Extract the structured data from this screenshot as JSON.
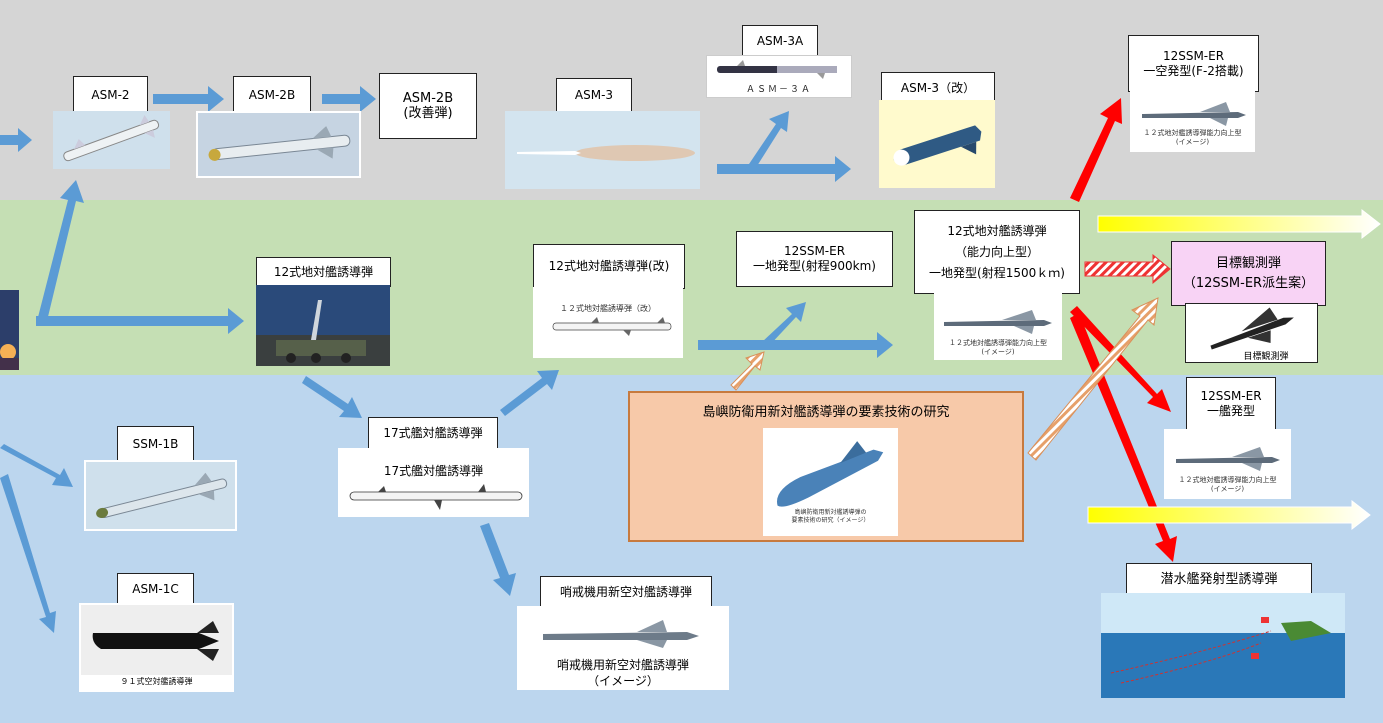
{
  "labels": {
    "asm2": "ASM-2",
    "asm2b": "ASM-2B",
    "asm2b_improved": [
      "ASM-2B",
      "(改善弾)"
    ],
    "asm3": "ASM-3",
    "asm3a": "ASM-3A",
    "asm3a_caption": "ＡＳＭ－３Ａ",
    "asm3_kai": "ASM-3（改）",
    "ssm_er_air": [
      "12SSM-ER",
      "一空発型(F-2搭載)"
    ],
    "ssm_er_air_caption": [
      "１２式地対艦誘導弾能力向上型",
      "(イメージ)"
    ],
    "type12_ssm": "12式地対艦誘導弾",
    "type12_ssm_kai": "12式地対艦誘導弾(改)",
    "type12_ssm_kai_caption": "１２式地対艦誘導弾（改）",
    "ssm_er_ground": [
      "12SSM-ER",
      "一地発型(射程900km)"
    ],
    "type12_upgrade": [
      "12式地対艦誘導弾",
      "（能力向上型）",
      "一地発型(射程1500ｋｍ)"
    ],
    "type12_upgrade_caption": [
      "１２式地対艦誘導弾能力向上型",
      "(イメージ)"
    ],
    "target_obs": [
      "目標観測弾",
      "（12SSM-ER派生案）"
    ],
    "target_obs_caption": "目標観測弾",
    "ssm1b": "SSM-1B",
    "type17": "17式艦対艦誘導弾",
    "type17_caption": "17式艦対艦誘導弾",
    "research_title": "島嶼防衛用新対艦誘導弾の要素技術の研究",
    "research_caption": [
      "島嶼防衛用新対艦誘導弾の",
      "要素技術の研究（イメージ）"
    ],
    "ssm_er_ship": [
      "12SSM-ER",
      "一艦発型"
    ],
    "ssm_er_ship_caption": [
      "１２式地対艦誘導弾能力向上型",
      "(イメージ)"
    ],
    "asm1c": "ASM-1C",
    "asm1c_caption": "９１式空対艦誘導弾",
    "patrol": "哨戒機用新空対艦誘導弾",
    "patrol_caption": [
      "哨戒機用新空対艦誘導弾",
      "（イメージ）"
    ],
    "submarine": "潜水艦発射型誘導弾"
  },
  "colors": {
    "air_band": "#d5d5d5",
    "ground_band": "#c5dfb4",
    "sea_band": "#bcd6ee",
    "blue_arrow": "#5b9bd5",
    "red_arrow": "#ff0000",
    "research_box": "#f7c9a9",
    "target_box": "#f8d3f5"
  }
}
